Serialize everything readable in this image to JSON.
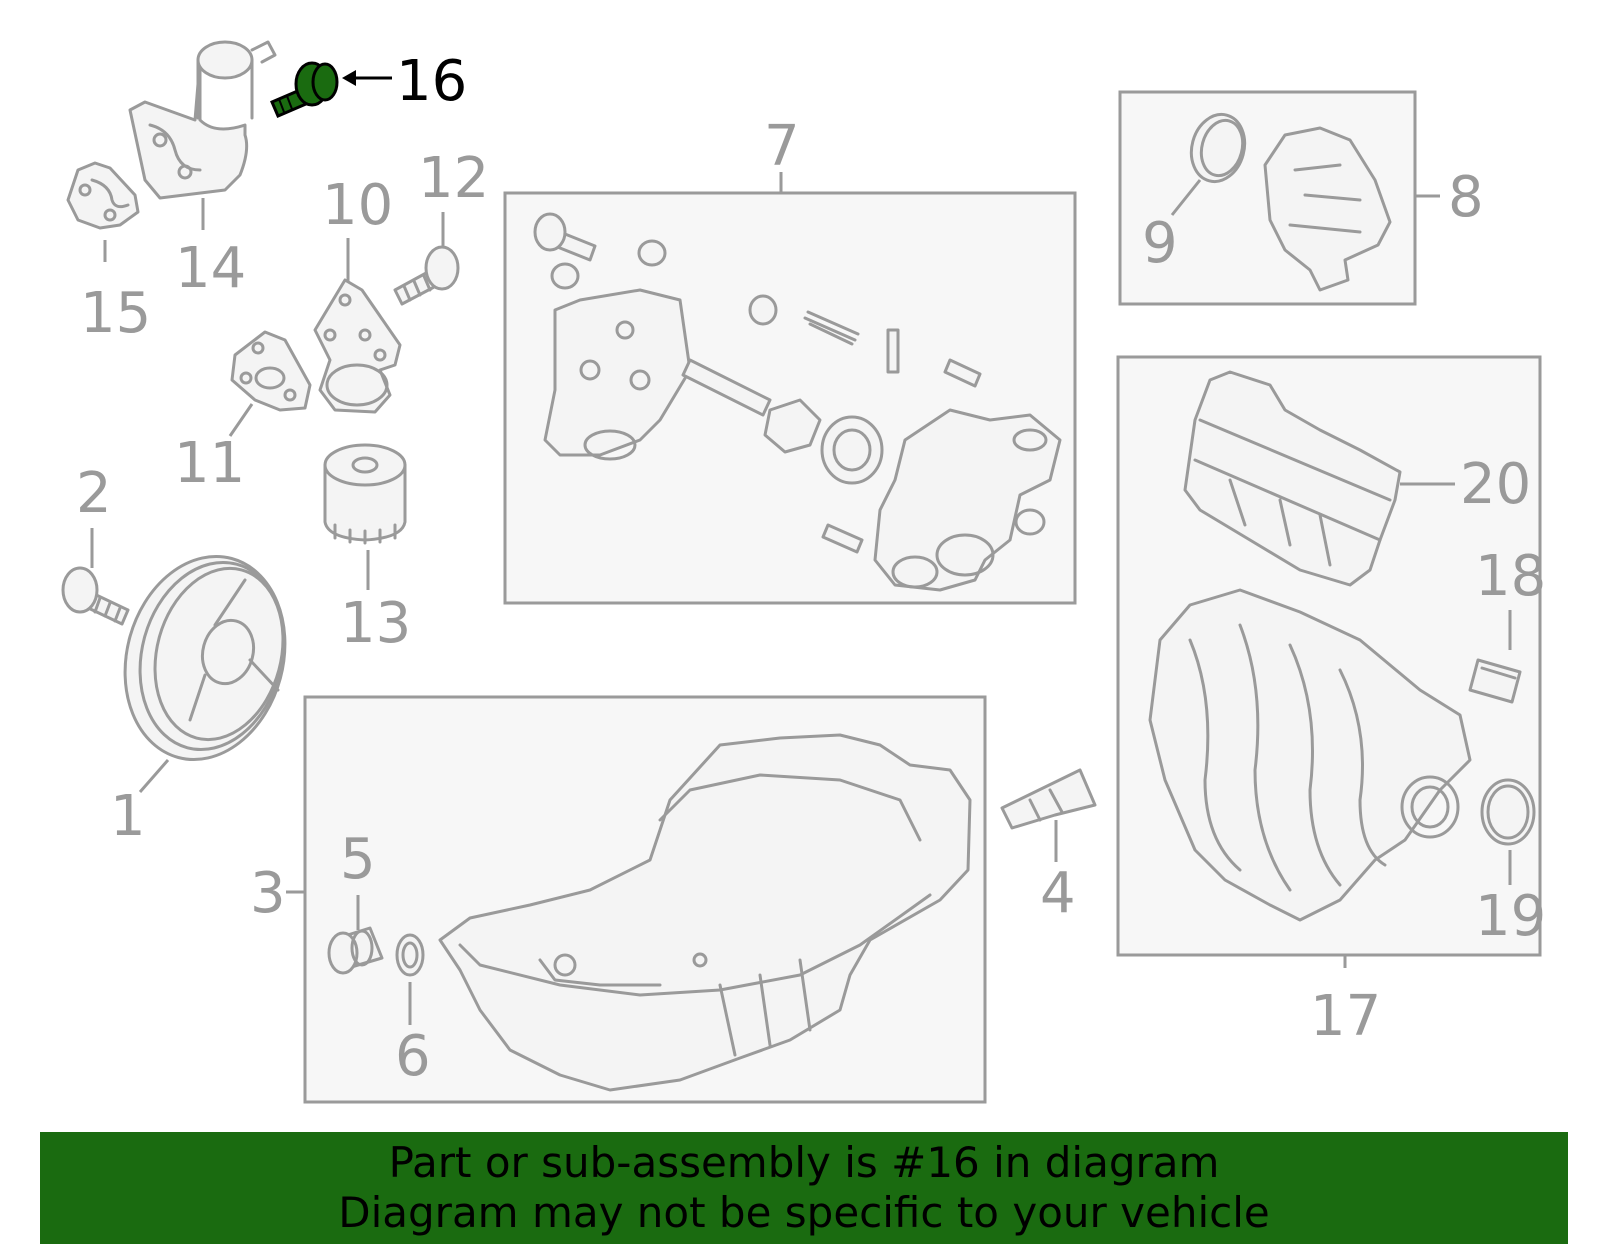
{
  "callouts": {
    "c1": "1",
    "c2": "2",
    "c3": "3",
    "c4": "4",
    "c5": "5",
    "c6": "6",
    "c7": "7",
    "c8": "8",
    "c9": "9",
    "c10": "10",
    "c11": "11",
    "c12": "12",
    "c13": "13",
    "c14": "14",
    "c15": "15",
    "c16": "16",
    "c17": "17",
    "c18": "18",
    "c19": "19",
    "c20": "20"
  },
  "highlight": {
    "part": "16",
    "color": "#1a6b10"
  },
  "banner": {
    "line1": "Part or sub-assembly is #16 in diagram",
    "line2": "Diagram may not be specific to your vehicle",
    "background": "#1a6b10"
  }
}
